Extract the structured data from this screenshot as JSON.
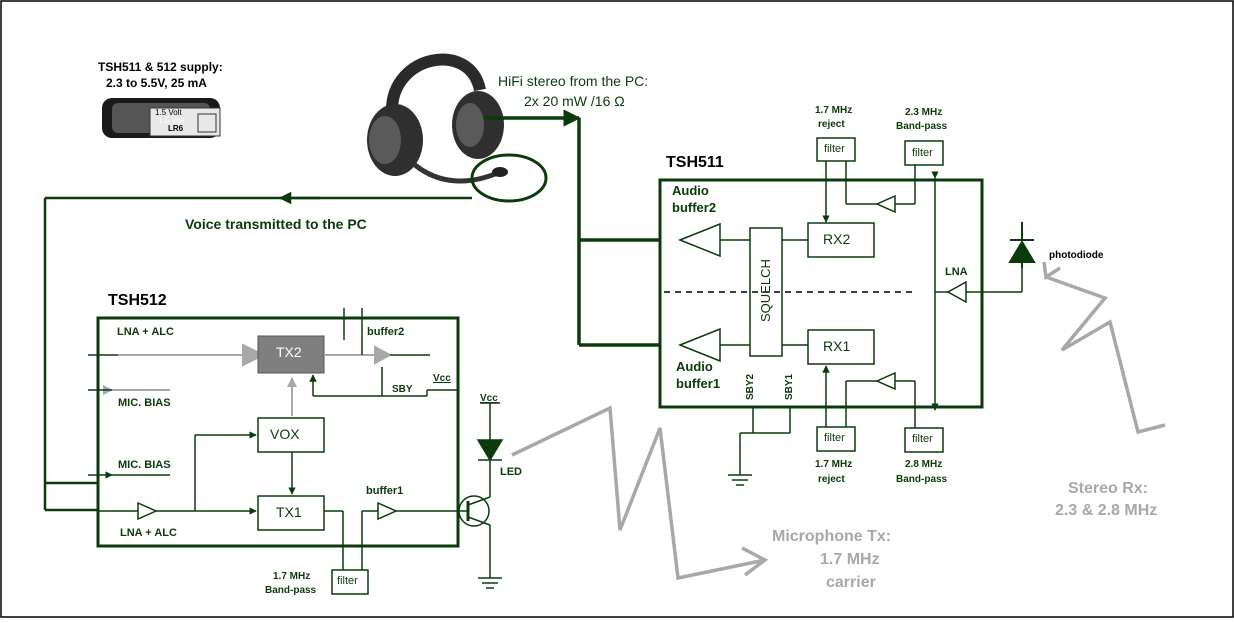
{
  "supply": {
    "line1": "TSH511 & 512 supply:",
    "line2": "2.3 to 5.5V, 25 mA"
  },
  "battery": {
    "label_top": "1.5 Volt",
    "label_mid": "1.5 Volt",
    "label_lr6": "LR6"
  },
  "headset": {
    "title_line1": "HiFi stereo from the PC:",
    "title_line2": "2x 20 mW /16 Ω"
  },
  "voice_label": "Voice transmitted to the PC",
  "tsh511": {
    "title": "TSH511",
    "audio_buffer2": [
      "Audio",
      "buffer2"
    ],
    "audio_buffer1": [
      "Audio",
      "buffer1"
    ],
    "squelch": "SQUELCH",
    "rx2": "RX2",
    "rx1": "RX1",
    "lna": "LNA",
    "sby2": "SBY2",
    "sby1": "SBY1",
    "filter_top_left": {
      "label": "filter",
      "caption": [
        "1.7 MHz",
        "reject"
      ]
    },
    "filter_top_right": {
      "label": "filter",
      "caption": [
        "2.3 MHz",
        "Band-pass"
      ]
    },
    "filter_bot_left": {
      "label": "filter",
      "caption": [
        "1.7 MHz",
        "reject"
      ]
    },
    "filter_bot_right": {
      "label": "filter",
      "caption": [
        "2.8 MHz",
        "Band-pass"
      ]
    },
    "photodiode": "photodiode"
  },
  "tsh512": {
    "title": "TSH512",
    "lna_alc_top": "LNA + ALC",
    "lna_alc_bot": "LNA + ALC",
    "mic_bias_top": "MIC. BIAS",
    "mic_bias_bot": "MIC. BIAS",
    "tx2": "TX2",
    "tx1": "TX1",
    "vox": "VOX",
    "buffer2": "buffer2",
    "buffer1": "buffer1",
    "sby": "SBY",
    "vcc": "Vcc",
    "filter": {
      "label": "filter",
      "caption": [
        "1.7 MHz",
        "Band-pass"
      ]
    }
  },
  "led": {
    "vcc": "Vcc",
    "label": "LED"
  },
  "mic_tx": [
    "Microphone Tx:",
    "1.7 MHz",
    "carrier"
  ],
  "stereo_rx": [
    "Stereo Rx:",
    "2.3 & 2.8 MHz"
  ],
  "colors": {
    "wire": "#0b3a0b",
    "gray": "#a8a8a8",
    "tx2_fill": "#7f7f7f"
  }
}
